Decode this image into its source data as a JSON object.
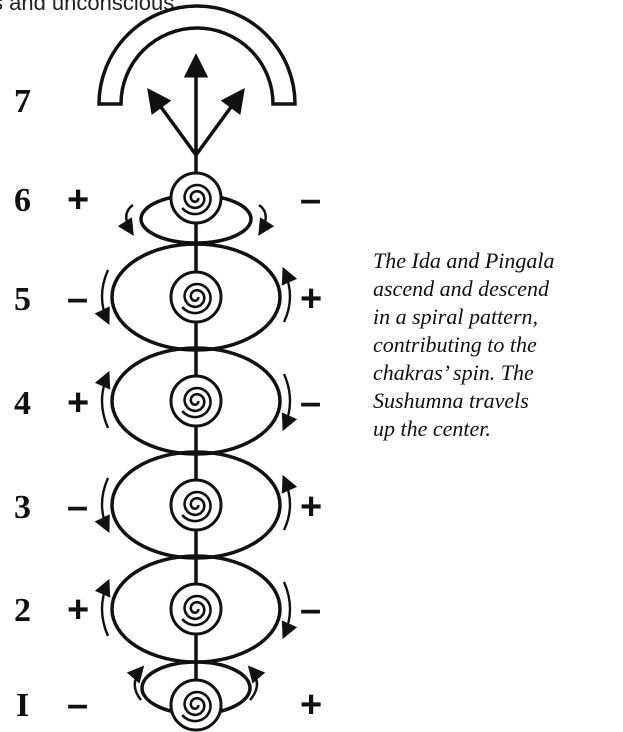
{
  "top_clipped_text": "s and unconscious.",
  "levels": [
    {
      "label": "7"
    },
    {
      "label": "6",
      "left": "+",
      "right": "–"
    },
    {
      "label": "5",
      "left": "–",
      "right": "+"
    },
    {
      "label": "4",
      "left": "+",
      "right": "–"
    },
    {
      "label": "3",
      "left": "–",
      "right": "+"
    },
    {
      "label": "2",
      "left": "+",
      "right": "–"
    },
    {
      "label": "I",
      "left": "–",
      "right": "+"
    }
  ],
  "caption": {
    "lines": [
      "The Ida and Pingala",
      "ascend and descend",
      "in a spiral pattern,",
      "contributing to the",
      "chakras’ spin. The",
      "Sushumna travels",
      "up the center."
    ]
  },
  "colors": {
    "ink": "#111111",
    "background": "#ffffff"
  }
}
